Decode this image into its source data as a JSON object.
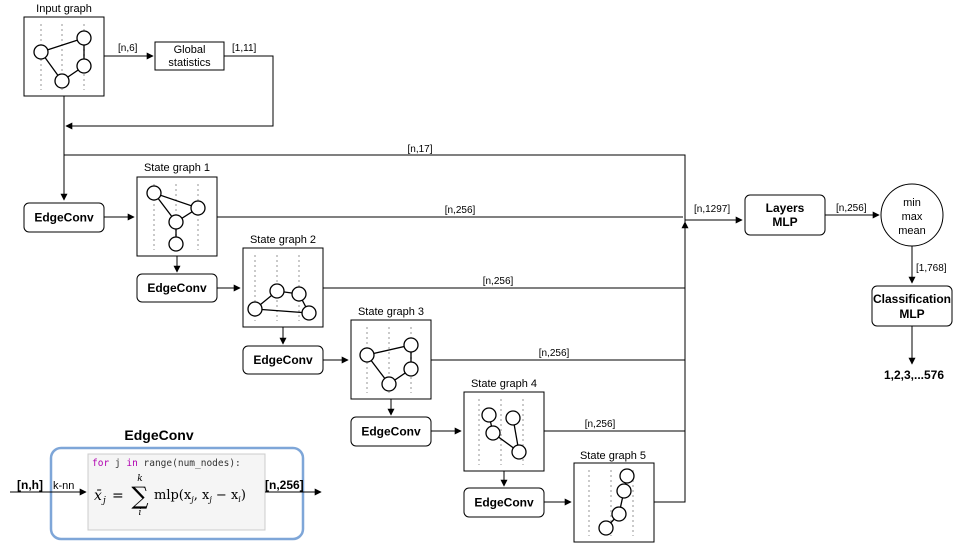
{
  "input_graph": {
    "title": "Input graph"
  },
  "global_stats": {
    "line1": "Global",
    "line2": "statistics"
  },
  "state_graphs": [
    {
      "title": "State graph 1"
    },
    {
      "title": "State graph 2"
    },
    {
      "title": "State graph 3"
    },
    {
      "title": "State graph 4"
    },
    {
      "title": "State graph 5"
    }
  ],
  "edgeconv_label": "EdgeConv",
  "layers_mlp": {
    "line1": "Layers",
    "line2": "MLP"
  },
  "pooling": {
    "line1": "min",
    "line2": "max",
    "line3": "mean"
  },
  "classification_mlp": {
    "line1": "Classification",
    "line2": "MLP"
  },
  "output": "1,2,3,...576",
  "dims": {
    "n6": "[n,6]",
    "one11": "[1,11]",
    "n17": "[n,17]",
    "n256": "[n,256]",
    "n1297": "[n,1297]",
    "one768": "[1,768]"
  },
  "legend": {
    "title": "EdgeConv",
    "input": "[n,h]",
    "knn": "k-nn",
    "output": "[n,256]",
    "code_for": "for",
    "code_var": " j ",
    "code_in": "in",
    "code_range": " range",
    "code_args": "(num_nodes):",
    "formula_lhs": "x̄",
    "formula_sub": "j",
    "formula_eq": "=",
    "sum_symbol": "∑",
    "sum_top": "k",
    "sum_bottom": "i",
    "formula_rhs": "mlp(x",
    "rhs_j": "j",
    "rhs_mid": ", x",
    "rhs_j2": "j",
    "rhs_minus": " − x",
    "rhs_i": "i",
    "rhs_close": ")"
  },
  "colors": {
    "legend_border": "#7ea6d8",
    "grid_dots": "#b8b8b8"
  }
}
